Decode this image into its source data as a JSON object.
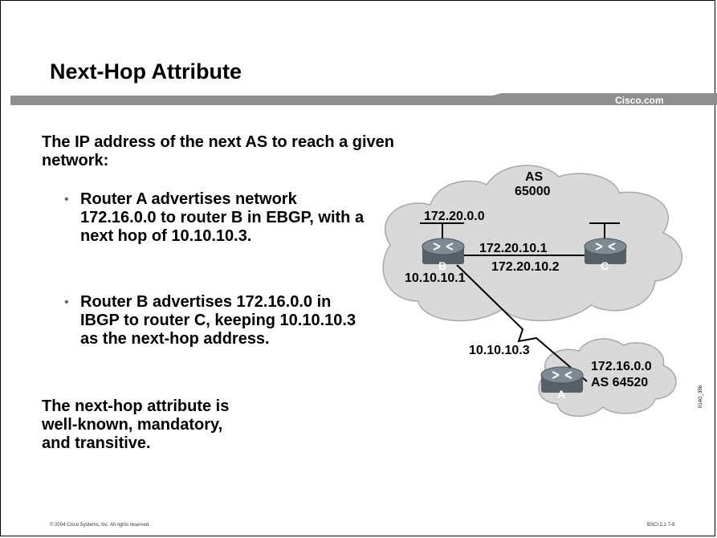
{
  "slide": {
    "title": "Next-Hop Attribute",
    "brand": "Cisco.com",
    "intro": "The IP address of the next AS to reach a given network:",
    "bullets": [
      "Router A advertises network 172.16.0.0 to router B in EBGP, with a next hop of 10.10.10.3.",
      "Router B advertises 172.16.0.0 in IBGP to router C, keeping 10.10.10.3 as the next-hop address."
    ],
    "outro": "The next-hop attribute is well-known, mandatory, and transitive.",
    "footer_left": "© 2004 Cisco Systems, Inc. All rights reserved.",
    "footer_right": "BSCI 2.1    7-9"
  },
  "diagram": {
    "as_top_label_1": "AS",
    "as_top_label_2": "65000",
    "net_b": "172.20.0.0",
    "ip_b_c": "172.20.10.1",
    "ip_c": "172.20.10.2",
    "ip_b_link": "10.10.10.1",
    "ip_a_link": "10.10.10.3",
    "net_a": "172.16.0.0",
    "as_a": "AS 64520",
    "router_b": "B",
    "router_c": "C",
    "router_a": "A",
    "figure_code": "014G_356"
  },
  "colors": {
    "bar": "#8f8f8f",
    "cloud": "#d9d9d9",
    "router": "#6e7a82"
  }
}
